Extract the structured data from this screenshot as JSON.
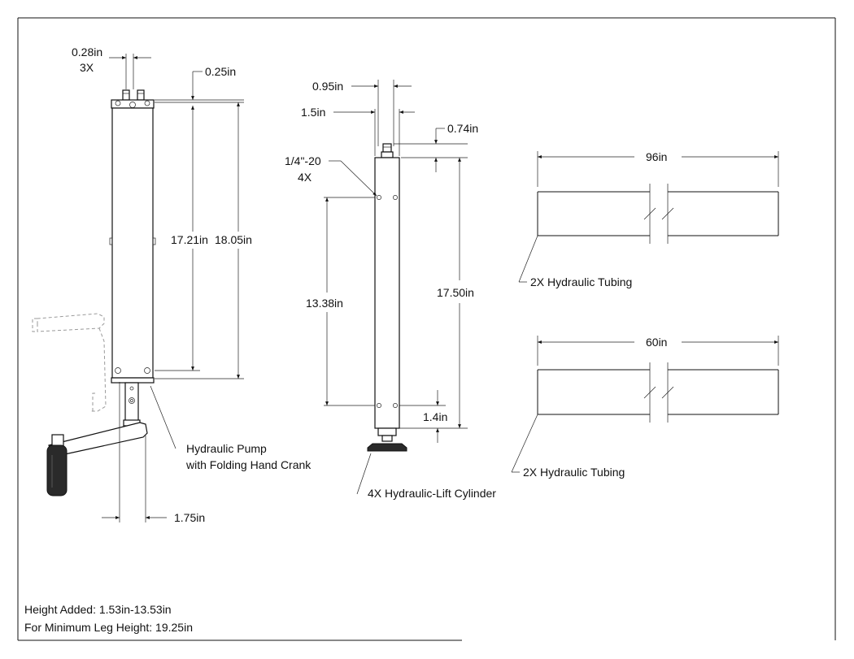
{
  "labels": {
    "pump_screw_width": "0.28in",
    "pump_screw_count": "3X",
    "pump_top_offset": "0.25in",
    "pump_inner_height": "17.21in",
    "pump_total_height": "18.05in",
    "pump_base_width": "1.75in",
    "pump_callout_line1": "Hydraulic Pump",
    "pump_callout_line2": "with Folding Hand Crank",
    "cyl_width_inner": "0.95in",
    "cyl_width_outer": "1.5in",
    "cyl_top_offset": "0.74in",
    "cyl_thread_line1": "1/4\"-20",
    "cyl_thread_line2": "4X",
    "cyl_hole_spacing": "13.38in",
    "cyl_height": "17.50in",
    "cyl_bottom_offset": "1.4in",
    "cyl_callout": "4X Hydraulic-Lift Cylinder",
    "tube1_length": "96in",
    "tube1_callout": "2X Hydraulic Tubing",
    "tube2_length": "60in",
    "tube2_callout": "2X Hydraulic Tubing"
  },
  "notes": {
    "height_added": "Height Added: 1.53in-13.53in",
    "min_leg_height": "For Minimum Leg Height: 19.25in"
  }
}
